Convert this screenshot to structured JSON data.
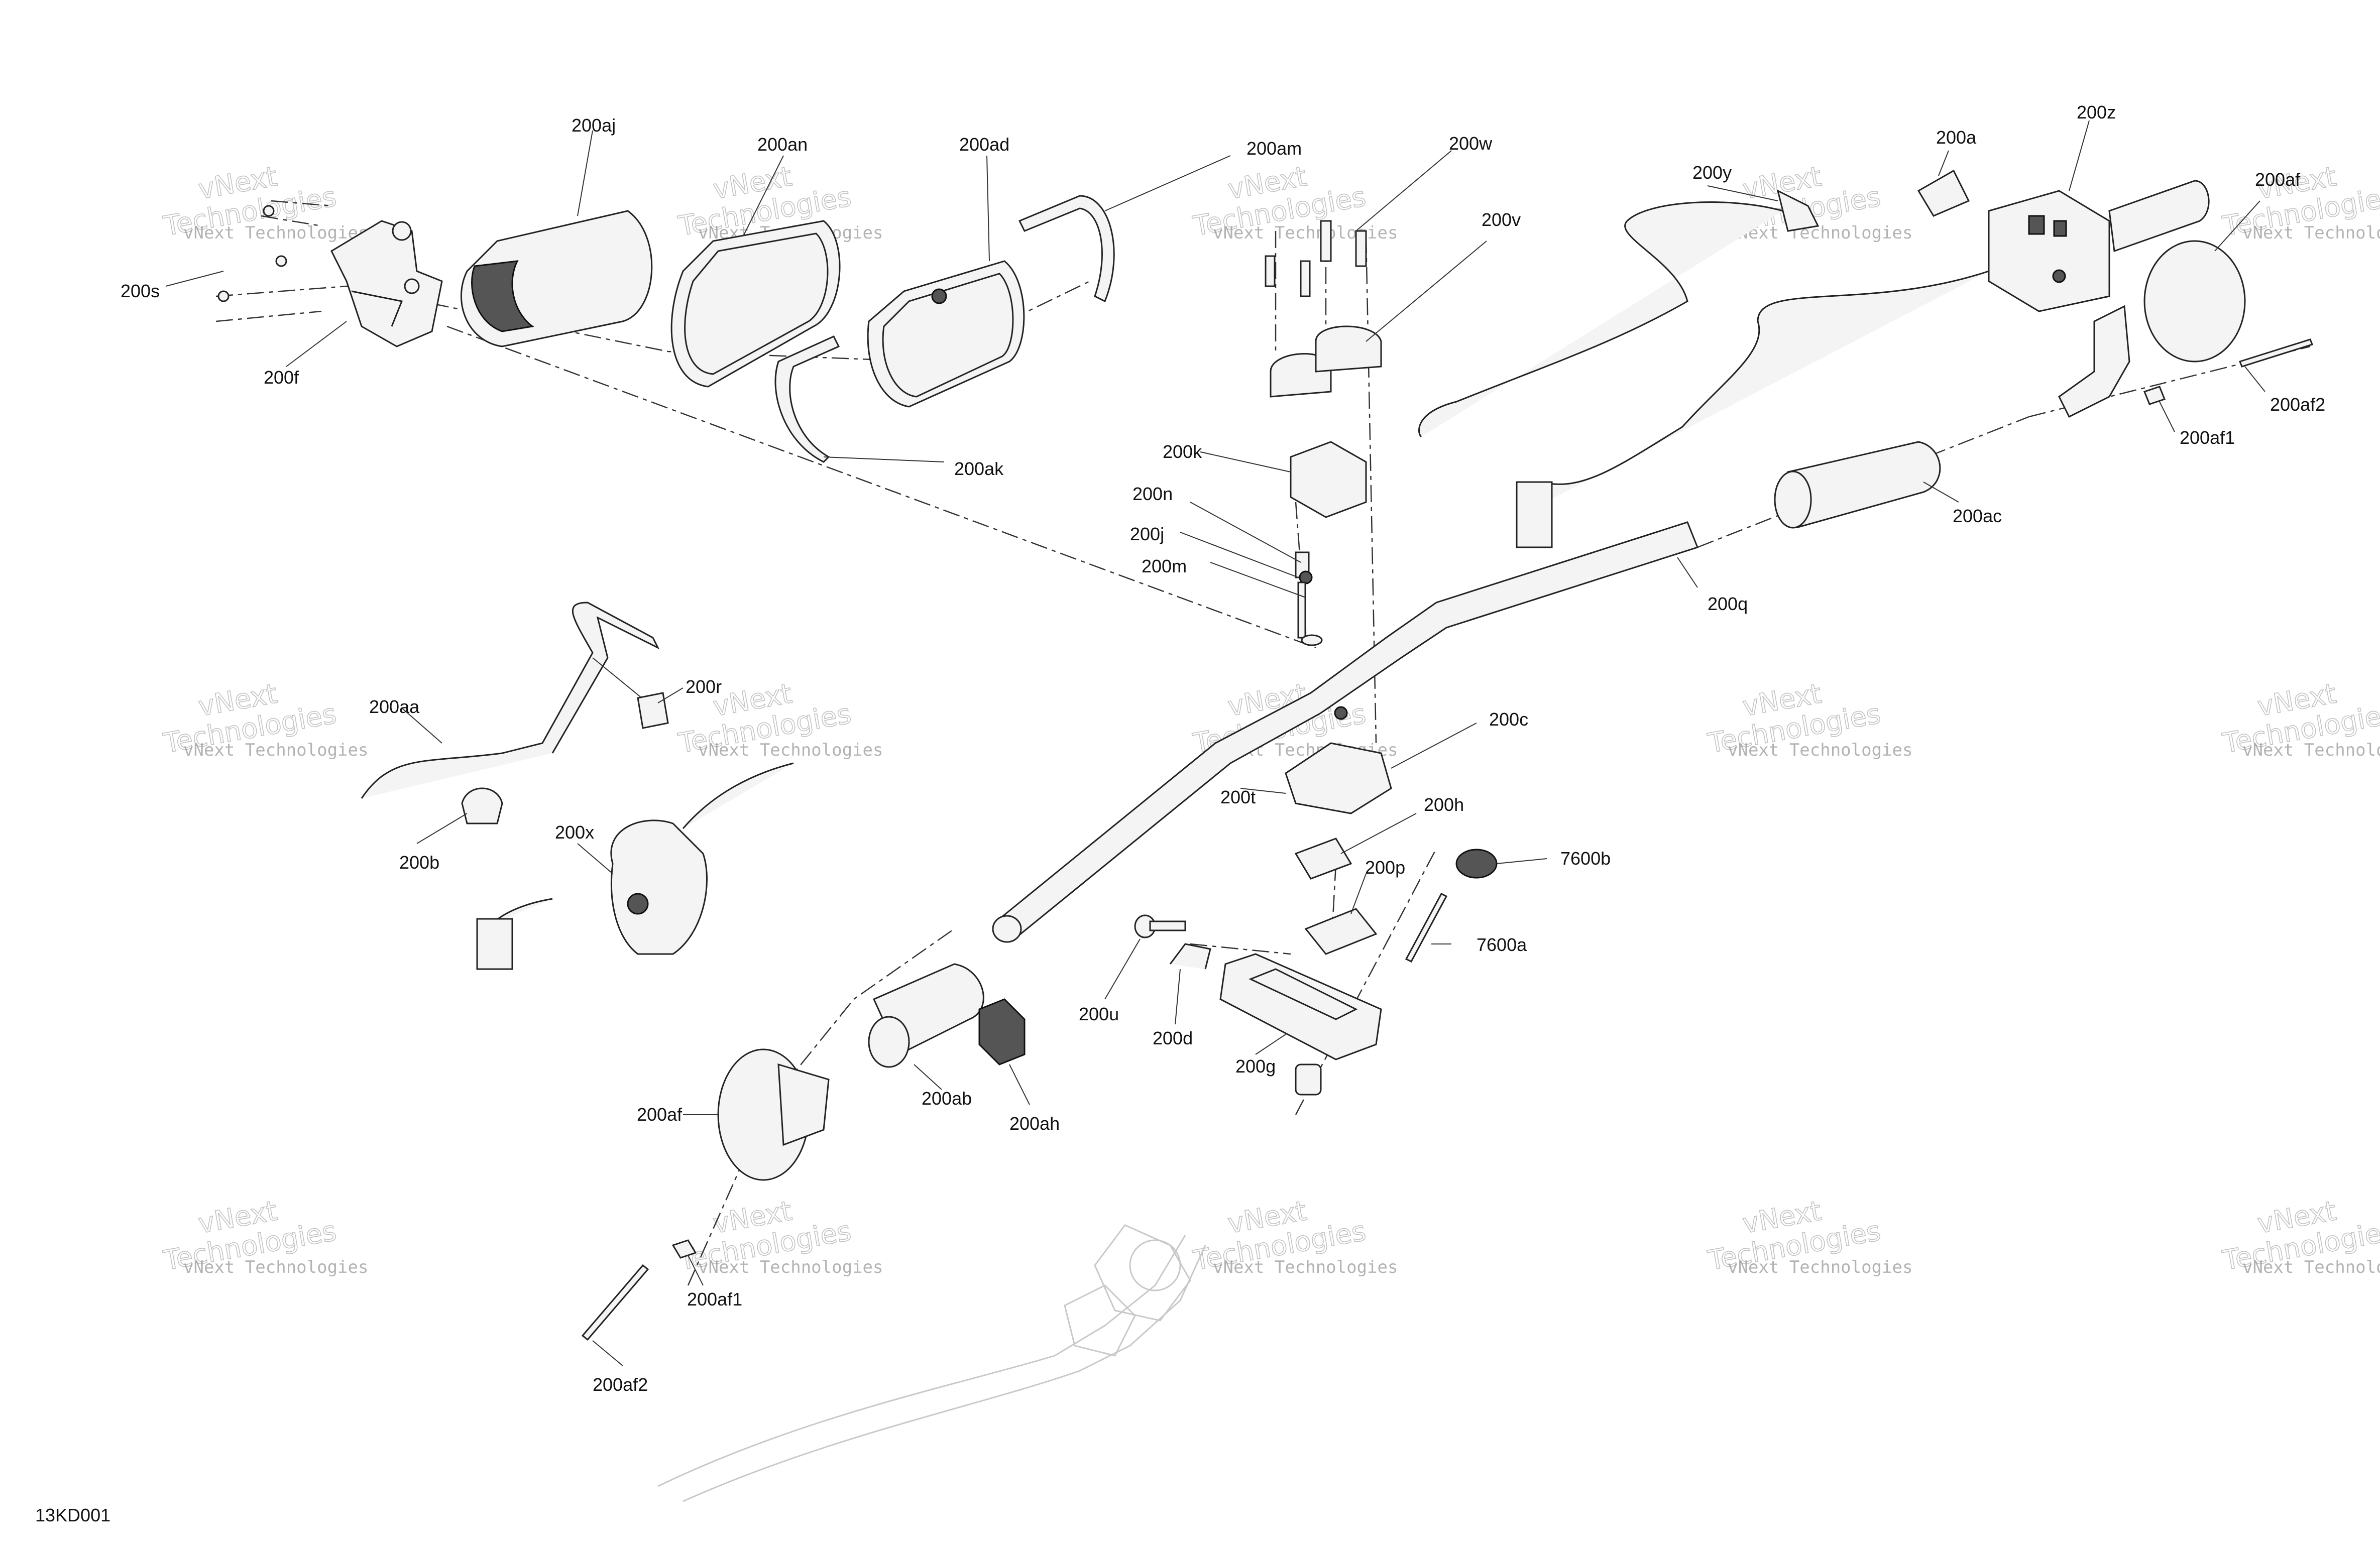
{
  "diagram_id": "13KD001",
  "watermark": {
    "line1": "vNext",
    "line2": "Technologies",
    "line3": "vNext Technologies"
  },
  "callouts": {
    "aj": "200aj",
    "an": "200an",
    "ad": "200ad",
    "am": "200am",
    "w": "200w",
    "v": "200v",
    "y": "200y",
    "a": "200a",
    "z": "200z",
    "af_right": "200af",
    "s": "200s",
    "f": "200f",
    "ak": "200ak",
    "k": "200k",
    "n": "200n",
    "j": "200j",
    "m": "200m",
    "af2_right": "200af2",
    "af1_right": "200af1",
    "ac": "200ac",
    "q": "200q",
    "aa": "200aa",
    "r": "200r",
    "c": "200c",
    "t": "200t",
    "h": "200h",
    "p": "200p",
    "b": "200b",
    "x": "200x",
    "b7600": "7600b",
    "a7600": "7600a",
    "u": "200u",
    "d": "200d",
    "g": "200g",
    "ab": "200ab",
    "ah": "200ah",
    "af_left": "200af",
    "af1_left": "200af1",
    "af2_left": "200af2"
  }
}
